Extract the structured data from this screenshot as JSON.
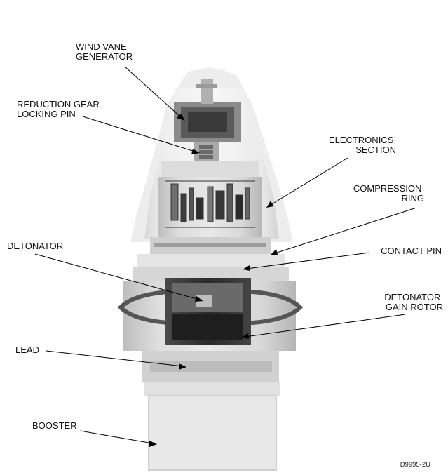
{
  "figure": {
    "figure_id": "D9995-2U",
    "callouts": [
      {
        "id": "wind-vane-generator",
        "lines": [
          "WIND VANE",
          "GENERATOR"
        ]
      },
      {
        "id": "reduction-gear-locking-pin",
        "lines": [
          "REDUCTION GEAR",
          "LOCKING PIN"
        ]
      },
      {
        "id": "electronics-section",
        "lines": [
          "ELECTRONICS",
          "SECTION"
        ]
      },
      {
        "id": "compression-ring",
        "lines": [
          "COMPRESSION",
          "RING"
        ]
      },
      {
        "id": "detonator",
        "lines": [
          "DETONATOR"
        ]
      },
      {
        "id": "contact-pin",
        "lines": [
          "CONTACT PIN"
        ]
      },
      {
        "id": "detonator-gain-rotor",
        "lines": [
          "DETONATOR",
          "GAIN ROTOR"
        ]
      },
      {
        "id": "lead",
        "lines": [
          "LEAD"
        ]
      },
      {
        "id": "booster",
        "lines": [
          "BOOSTER"
        ]
      }
    ]
  }
}
